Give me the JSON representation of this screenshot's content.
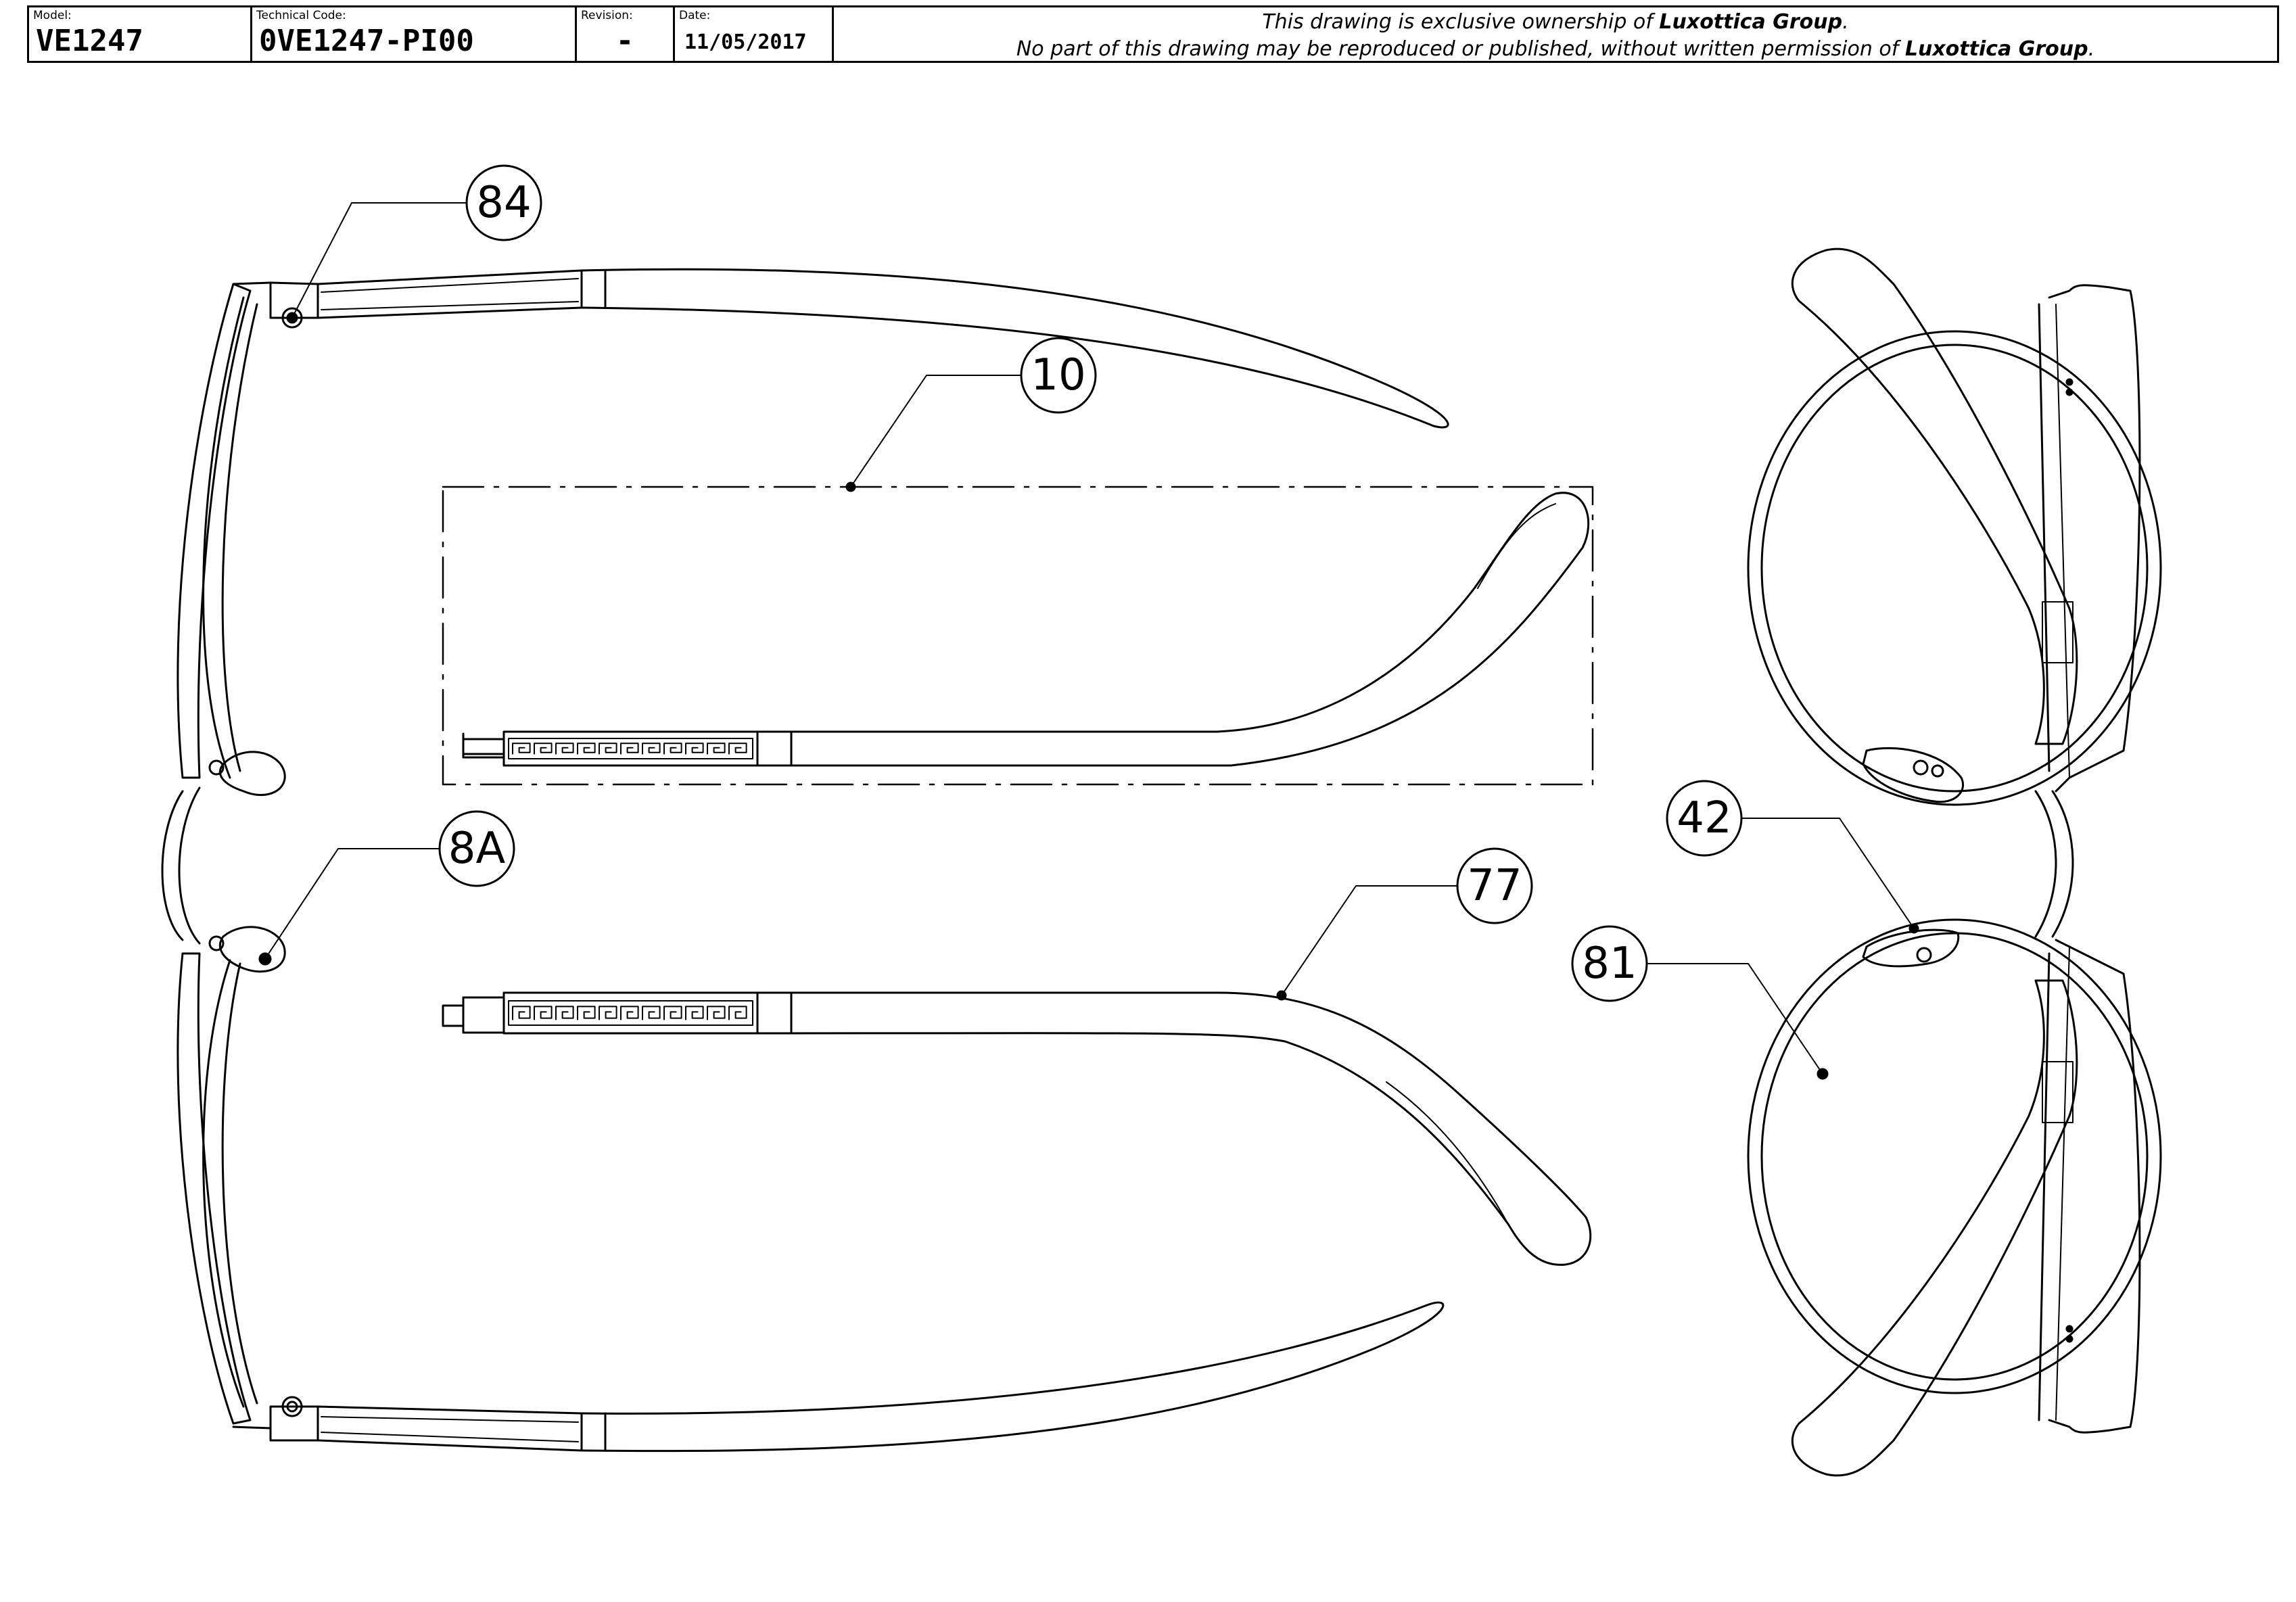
{
  "title_block": {
    "model_caption": "Model:",
    "model": "VE1247",
    "code_caption": "Technical Code:",
    "code": "0VE1247-PI00",
    "revision_caption": "Revision:",
    "revision": "-",
    "date_caption": "Date:",
    "date": "11/05/2017",
    "notice_line1_pre": "This drawing is exclusive ownership of ",
    "notice_owner": "Luxottica Group",
    "notice_line1_post": ".",
    "notice_line2_pre": "No part of this drawing may be reproduced or published, without written permission of ",
    "notice_line2_post": "."
  },
  "callouts": {
    "c84": "84",
    "c10": "10",
    "c8a": "8A",
    "c77": "77",
    "c42": "42",
    "c81": "81"
  }
}
